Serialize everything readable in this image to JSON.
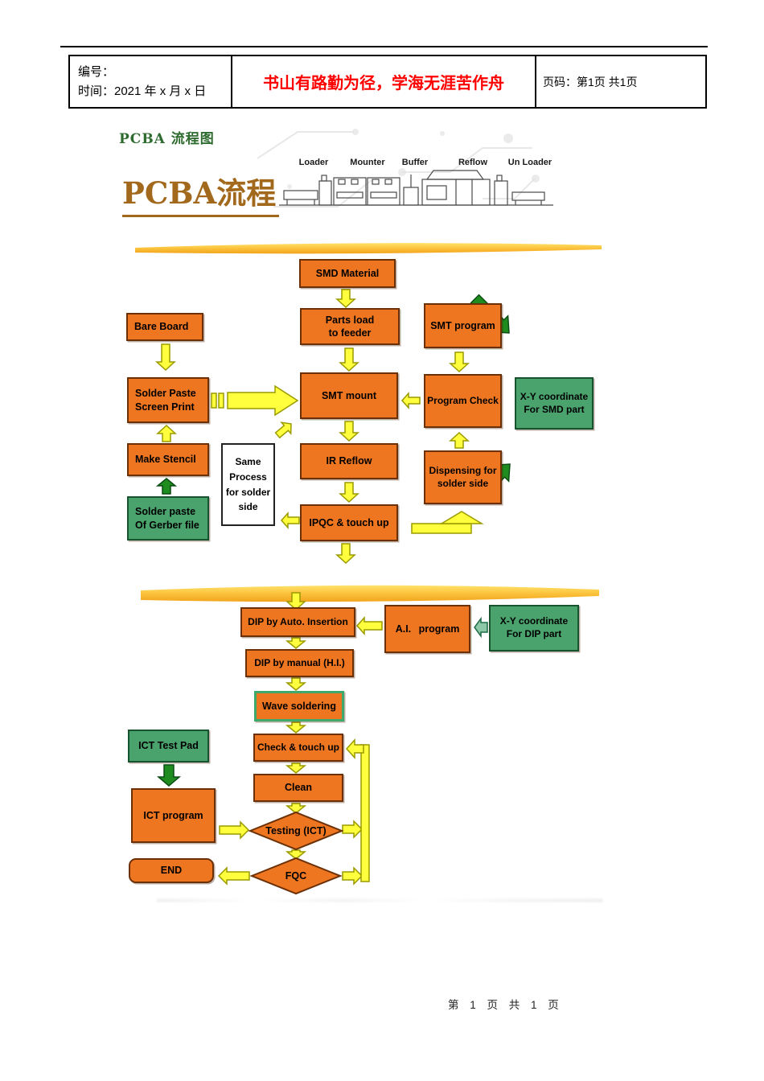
{
  "header": {
    "number_label": "编号：",
    "date_label": "时间：2021 年 x 月 x 日",
    "slogan": "书山有路勤为径，学海无涯苦作舟",
    "page_label": "页码：第1页 共1页"
  },
  "title": {
    "doc_title": "PCBA 流程图",
    "big_title": "PCBA流程",
    "machine_labels": [
      "Loader",
      "Mounter",
      "Buffer",
      "Reflow",
      "Un Loader"
    ]
  },
  "flow": {
    "smd_material": "SMD Material",
    "bare_board": "Bare Board",
    "parts_load_1": "Parts load",
    "parts_load_2": "to feeder",
    "smt_program": "SMT program",
    "solder_paste_1": "Solder Paste",
    "solder_paste_2": "Screen Print",
    "smt_mount": "SMT mount",
    "program_check": "Program Check",
    "xy_smd_1": "X-Y coordinate",
    "xy_smd_2": "For SMD part",
    "make_stencil": "Make Stencil",
    "same_process_1": "Same",
    "same_process_2": "Process",
    "same_process_3": "for solder",
    "same_process_4": "side",
    "ir_reflow": "IR Reflow",
    "dispensing_1": "Dispensing for",
    "dispensing_2": "solder side",
    "solder_gerber_1": "Solder paste",
    "solder_gerber_2": "Of Gerber file",
    "ipqc": "IPQC & touch up",
    "dip_auto": "DIP by Auto. Insertion",
    "ai_program": "A.I. program",
    "xy_dip_1": "X-Y coordinate",
    "xy_dip_2": "For DIP part",
    "dip_manual": "DIP by manual (H.I.)",
    "wave_soldering": "Wave soldering",
    "ict_test_pad": "ICT Test Pad",
    "check_touch": "Check & touch up",
    "clean": "Clean",
    "ict_program": "ICT program",
    "testing": "Testing (ICT)",
    "fqc": "FQC",
    "end": "END"
  },
  "footer": {
    "page_info": "第 1 页 共 1 页"
  },
  "colors": {
    "box_orange": "#EF7621",
    "box_green": "#4AA36D",
    "arrow_yellow": "#FFFF3D",
    "arrow_green": "#1F8C1F",
    "slogan_red": "#FE0000",
    "title_green": "#2D6B2F",
    "title_brown": "#A2681C"
  }
}
